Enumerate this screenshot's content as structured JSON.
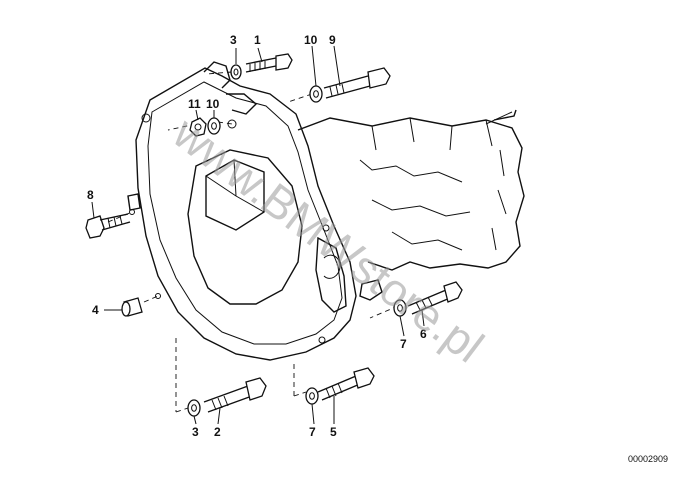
{
  "diagram": {
    "part_labels": [
      {
        "id": "p1",
        "text": "1"
      },
      {
        "id": "p3a",
        "text": "3"
      },
      {
        "id": "p10a",
        "text": "10"
      },
      {
        "id": "p9",
        "text": "9"
      },
      {
        "id": "p11",
        "text": "11"
      },
      {
        "id": "p10b",
        "text": "10"
      },
      {
        "id": "p8",
        "text": "8"
      },
      {
        "id": "p4",
        "text": "4"
      },
      {
        "id": "p7a",
        "text": "7"
      },
      {
        "id": "p6",
        "text": "6"
      },
      {
        "id": "p3b",
        "text": "3"
      },
      {
        "id": "p2",
        "text": "2"
      },
      {
        "id": "p7b",
        "text": "7"
      },
      {
        "id": "p5",
        "text": "5"
      }
    ],
    "watermark": "www.BMWstore.pl",
    "image_code": "00002909"
  }
}
